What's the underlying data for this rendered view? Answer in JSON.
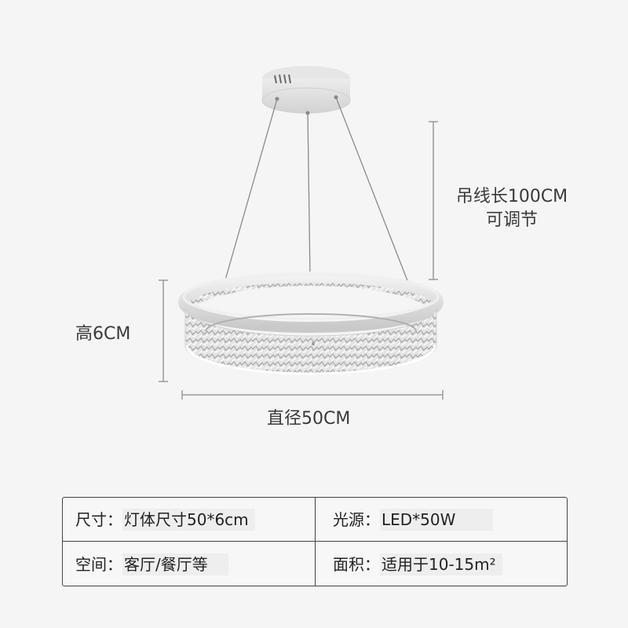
{
  "dimensions": {
    "cable_line1": "吊线长100CM",
    "cable_line2": "可调节",
    "height": "高6CM",
    "diameter": "直径50CM"
  },
  "specs": [
    {
      "label": "尺寸：",
      "value": "灯体尺寸50*6cm"
    },
    {
      "label": "光源：",
      "value": "LED*50W"
    },
    {
      "label": "空间：",
      "value": "客厅/餐厅等"
    },
    {
      "label": "面积：",
      "value": "适用于10-15m²"
    }
  ],
  "colors": {
    "background": "#f5f5f5",
    "fixture_frame": "#d9d9d9",
    "dimension_line": "#9a9a9a",
    "table_border": "#444444"
  }
}
